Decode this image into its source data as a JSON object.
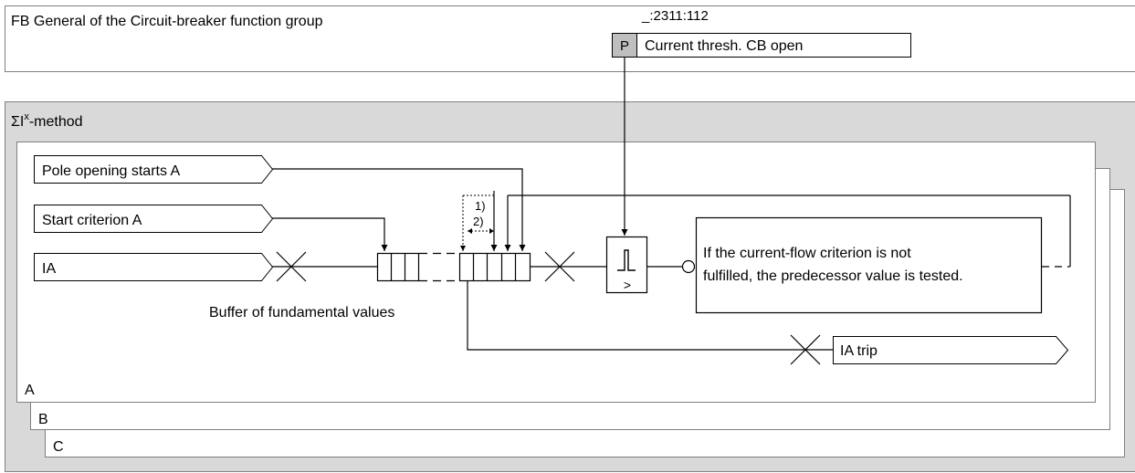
{
  "header": {
    "title": "FB General of the Circuit-breaker function group",
    "param_id": "_:2311:112",
    "param_badge": "P",
    "param_label": "Current thresh. CB open"
  },
  "method": {
    "title_prefix": "ΣI",
    "title_sup": "x",
    "title_suffix": "-method"
  },
  "inputs": {
    "pole_opening": "Pole opening starts A",
    "start_criterion": "Start criterion A",
    "ia": "IA"
  },
  "buffer": {
    "label": "Buffer of fundamental values",
    "note1": "1)",
    "note2": "2)"
  },
  "comparator": {
    "symbol": ">"
  },
  "info_box": {
    "line1": "If the current-flow criterion is not",
    "line2": "fulfilled, the predecessor value is tested."
  },
  "output": {
    "ia_trip": "IA trip"
  },
  "phases": {
    "a": "A",
    "b": "B",
    "c": "C"
  },
  "colors": {
    "panel_bg": "#d9d9d9",
    "badge_bg": "#bfbfbf",
    "line": "#000000",
    "border": "#808080"
  }
}
